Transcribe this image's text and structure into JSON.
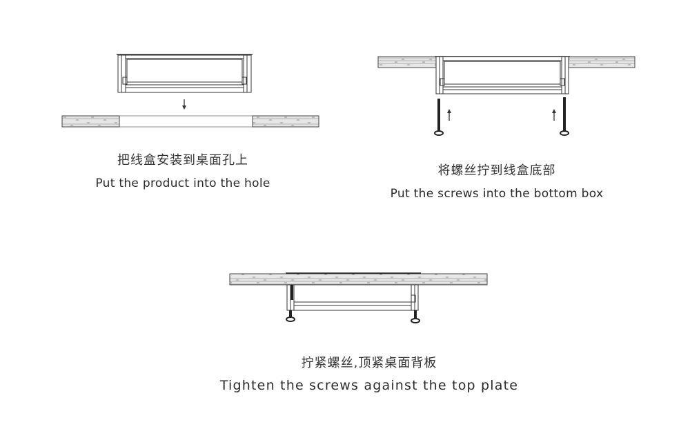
{
  "steps": [
    {
      "id": 1,
      "caption_cn": "把线盒安装到桌面孔上",
      "caption_en": "Put the product into the hole",
      "illustration": "wire box lowered into desktop hole, down arrow"
    },
    {
      "id": 2,
      "caption_cn": "将螺丝拧到线盒底部",
      "caption_en": "Put the screws into the bottom box",
      "illustration": "wire box seated in desk, two screws with up arrows"
    },
    {
      "id": 3,
      "caption_cn": "拧紧螺丝,顶紧桌面背板",
      "caption_en": "Tighten the screws against the top plate",
      "illustration": "screws tightened against desk underside"
    }
  ],
  "colors": {
    "line": "#333333",
    "wood_fill": "#e8e8e8",
    "background": "#ffffff"
  }
}
